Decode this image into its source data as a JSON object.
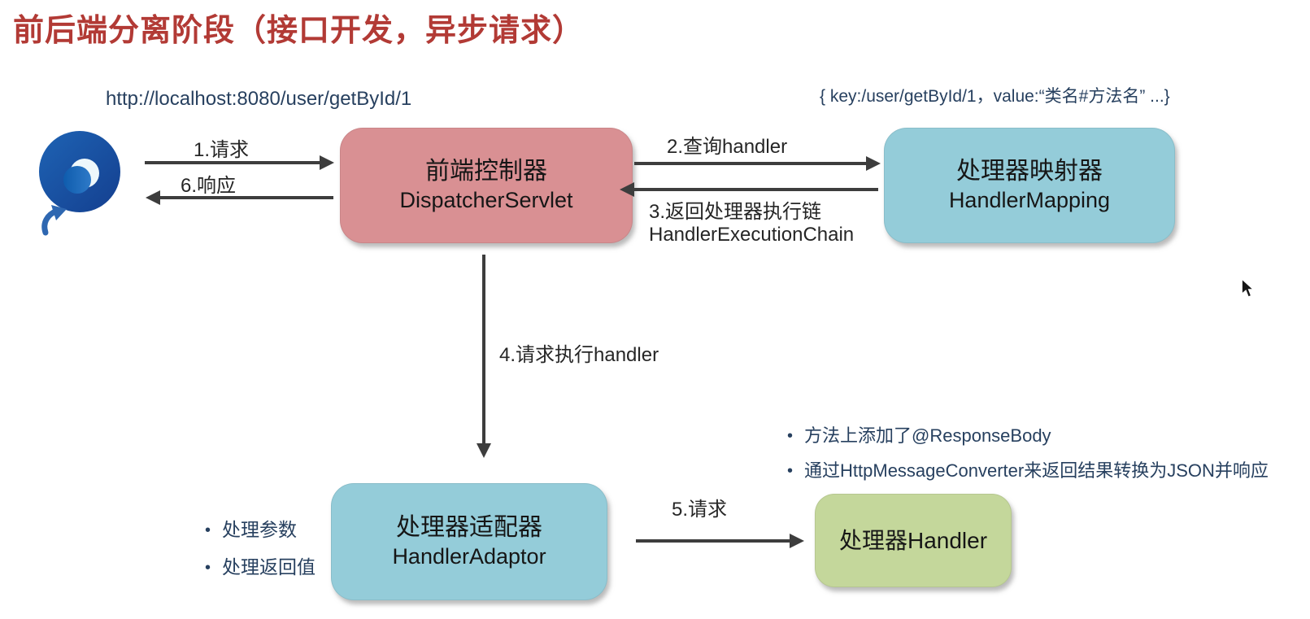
{
  "title": "前后端分离阶段（接口开发，异步请求）",
  "browser": {
    "icon": "edge-browser-icon",
    "request_url": "http://localhost:8080/user/getById/1"
  },
  "mapping_registry_note": "{ key:/user/getById/1，value:“类名#方法名” ...}",
  "nodes": {
    "dispatcher": {
      "name_cn": "前端控制器",
      "name_en": "DispatcherServlet",
      "color": "#d99093"
    },
    "handler_mapping": {
      "name_cn": "处理器映射器",
      "name_en": "HandlerMapping",
      "color": "#94ccd9"
    },
    "handler_adaptor": {
      "name_cn": "处理器适配器",
      "name_en": "HandlerAdaptor",
      "color": "#94ccd9"
    },
    "handler": {
      "name": "处理器Handler",
      "color": "#c4d79b"
    }
  },
  "flow_labels": {
    "step1": "1.请求",
    "step2": "2.查询handler",
    "step3_line1": "3.返回处理器执行链",
    "step3_line2": "HandlerExecutionChain",
    "step4": "4.请求执行handler",
    "step5": "5.请求",
    "step6": "6.响应"
  },
  "adaptor_notes": [
    "处理参数",
    "处理返回值"
  ],
  "handler_notes": [
    "方法上添加了@ResponseBody",
    "通过HttpMessageConverter来返回结果转换为JSON并响应"
  ],
  "colors": {
    "title_text": "#b23a35",
    "note_text": "#27405f",
    "arrow": "#3d3d3d",
    "dispatcher_box": "#d99093",
    "mapper_box": "#94ccd9",
    "handler_box": "#c4d79b"
  }
}
